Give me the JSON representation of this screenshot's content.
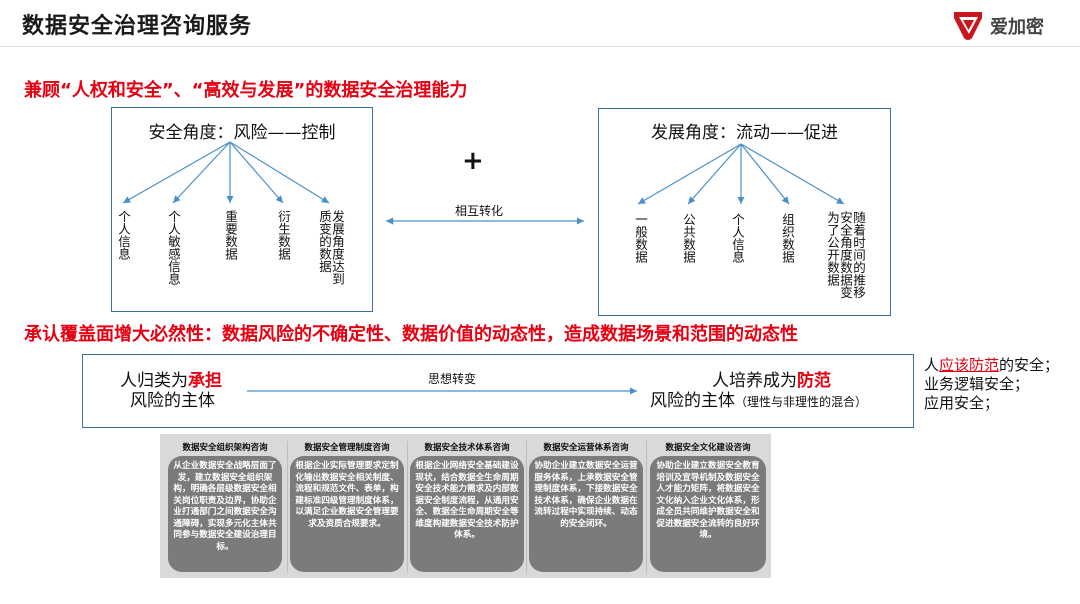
{
  "header": {
    "title": "数据安全治理咨询服务",
    "logo_text": "爱加密",
    "brand_color": "#c8161d"
  },
  "section1": {
    "heading": "兼顾“人权和安全”、“高效与发展”的数据安全治理能力",
    "left": {
      "title": "安全角度：风险——控制",
      "items": [
        "个人信息",
        "个人敏感信息",
        "重要数据",
        "衍生数据",
        "发展角度达到质变的数据"
      ]
    },
    "plus": "+",
    "mutual_label": "相互转化",
    "right": {
      "title": "发展角度：流动——促进",
      "items": [
        "一般数据",
        "公共数据",
        "个人信息",
        "组织数据",
        "随着时间的推移安全角度数据变为了公开数据"
      ]
    }
  },
  "section2": {
    "heading": "承认覆盖面增大必然性：数据风险的不确定性、数据价值的动态性，造成数据场景和范围的动态性",
    "left_pre": "人归类为",
    "left_hl": "承担",
    "left_line2": "风险的主体",
    "shift_label": "思想转变",
    "right_pre": "人培养成为",
    "right_hl": "防范",
    "right_line2": "风险的主体",
    "right_note": "（理性与非理性的混合）"
  },
  "side_note": {
    "line1_pre": "人",
    "line1_hl": "应该防范",
    "line1_post": "的安全；",
    "line2": "业务逻辑安全；",
    "line3": "应用安全；"
  },
  "services": [
    {
      "title": "数据安全组织架构咨询",
      "desc": "从企业数据安全战略层面了发，建立数据安全组织架构，明确各层级数据安全相关岗位职责及边界，协助企业打通部门之间数据安全沟通障碍，实现多元化主体共同参与数据安全建设治理目标。"
    },
    {
      "title": "数据安全管理制度咨询",
      "desc": "根据企业实际管理要求定制化输出数据安全相关制度、流程和规范文件、表单，构建标准四级管理制度体系，以满足企业数据安全管理要求及资质合规要求。"
    },
    {
      "title": "数据安全技术体系咨询",
      "desc": "根据企业网络安全基础建设现状，结合数据全生命周期安全技术能力需求及内部数据安全制度流程，从通用安全、数据全生命周期安全等维度构建数据安全技术防护体系。"
    },
    {
      "title": "数据安全运营体系咨询",
      "desc": "协助企业建立数据安全运营服务体系，上承数据安全管理制度体系，下接数据安全技术体系，确保企业数据在流转过程中实现持续、动态的安全闭环。"
    },
    {
      "title": "数据安全文化建设咨询",
      "desc": "协助企业建立数据安全教育培训及宣导机制及数据安全人才能力矩阵，将数据安全文化纳入企业文化体系，形成全员共同维护数据安全和促进数据安全流转的良好环境。"
    }
  ]
}
